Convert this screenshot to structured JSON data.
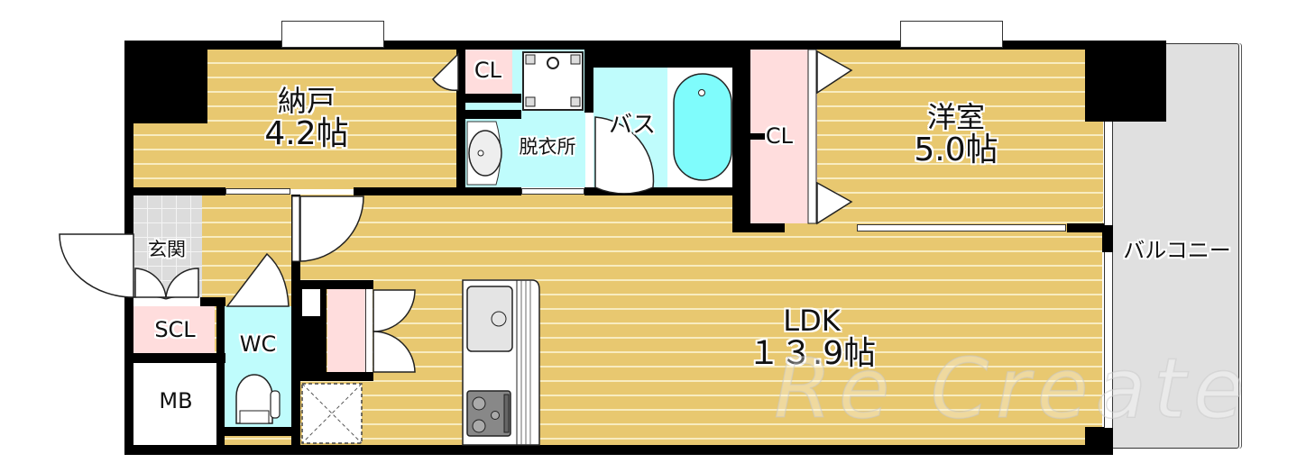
{
  "floorplan": {
    "rooms": {
      "storage": {
        "name": "納戸",
        "size": "4.2帖"
      },
      "western": {
        "name": "洋室",
        "size": "5.0帖"
      },
      "ldk": {
        "name": "LDK",
        "size": "１３.9帖"
      },
      "bath": {
        "name": "バス"
      },
      "dressing": {
        "name": "脱衣所"
      },
      "entrance": {
        "name": "玄関"
      },
      "wc": {
        "name": "WC"
      },
      "balcony": {
        "name": "バルコニー"
      }
    },
    "storage_units": {
      "cl_top": "CL",
      "cl_western": "CL",
      "scl": "SCL",
      "mb": "MB"
    },
    "watermark": "Re Create",
    "colors": {
      "floor": "#e8c870",
      "floor_line": "#f8ecc0",
      "closet": "#ffdddd",
      "wet_area": "#bffcfc",
      "tile": "#dcdcdc",
      "balcony": "#e0e0e0",
      "tub": "#7ffcfc",
      "wall": "#000000"
    }
  }
}
